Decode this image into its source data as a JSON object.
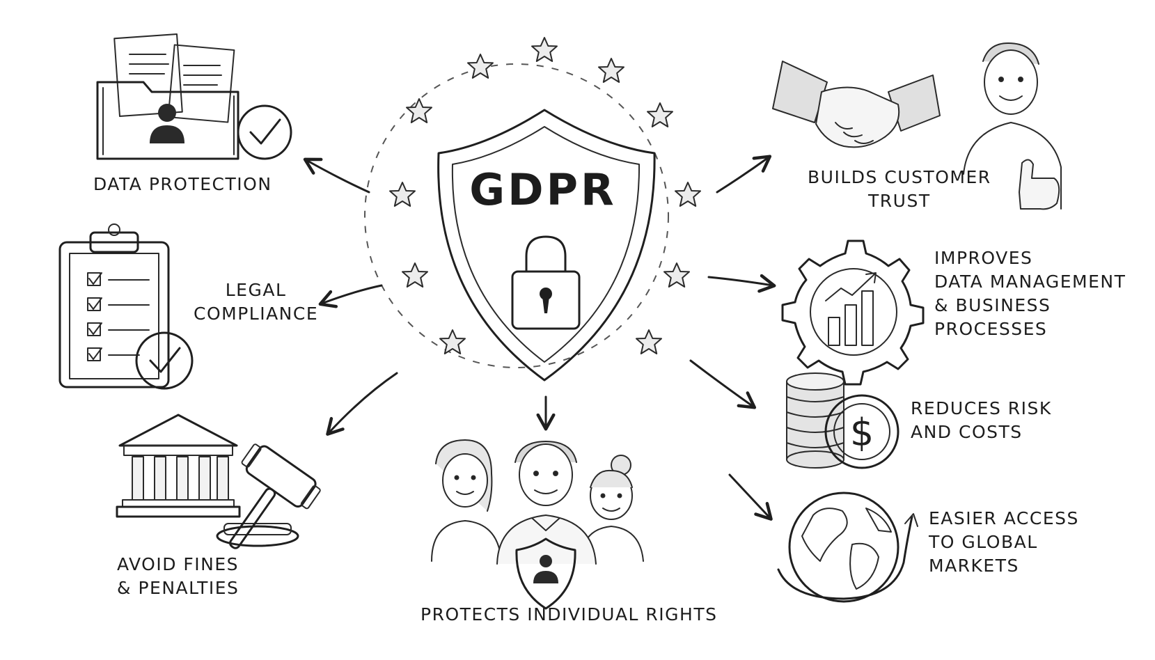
{
  "center": {
    "title": "GDPR"
  },
  "labels": {
    "data_protection": [
      "DATA PROTECTION"
    ],
    "legal_compliance": [
      "LEGAL",
      "COMPLIANCE"
    ],
    "avoid_fines": [
      "AVOID FINES",
      "& PENALTIES"
    ],
    "individual_rights": [
      "PROTECTS INDIVIDUAL RIGHTS"
    ],
    "customer_trust": [
      "BUILDS CUSTOMER",
      "TRUST"
    ],
    "data_management": [
      "IMPROVES",
      "DATA MANAGEMENT",
      "& BUSINESS",
      "PROCESSES"
    ],
    "risk_costs": [
      "REDUCES RISK",
      "AND COSTS"
    ],
    "global_markets": [
      "EASIER ACCESS",
      "TO GLOBAL",
      "MARKETS"
    ]
  },
  "icons": {
    "center": [
      "shield-icon",
      "padlock-icon",
      "eu-stars-icon"
    ],
    "data_protection": [
      "folder-icon",
      "documents-icon",
      "user-icon",
      "check-circle-icon"
    ],
    "legal_compliance": [
      "clipboard-checklist-icon",
      "check-circle-icon"
    ],
    "avoid_fines": [
      "courthouse-icon",
      "gavel-icon"
    ],
    "individual_rights": [
      "people-group-icon",
      "shield-user-icon"
    ],
    "customer_trust": [
      "handshake-icon",
      "thumbs-up-person-icon"
    ],
    "data_management": [
      "gear-chart-icon"
    ],
    "risk_costs": [
      "coin-stack-icon",
      "dollar-coin-icon"
    ],
    "global_markets": [
      "globe-orbit-icon"
    ]
  },
  "colors": {
    "ink": "#1f1f1f",
    "background": "#ffffff",
    "shade": "#d9d9d9"
  }
}
